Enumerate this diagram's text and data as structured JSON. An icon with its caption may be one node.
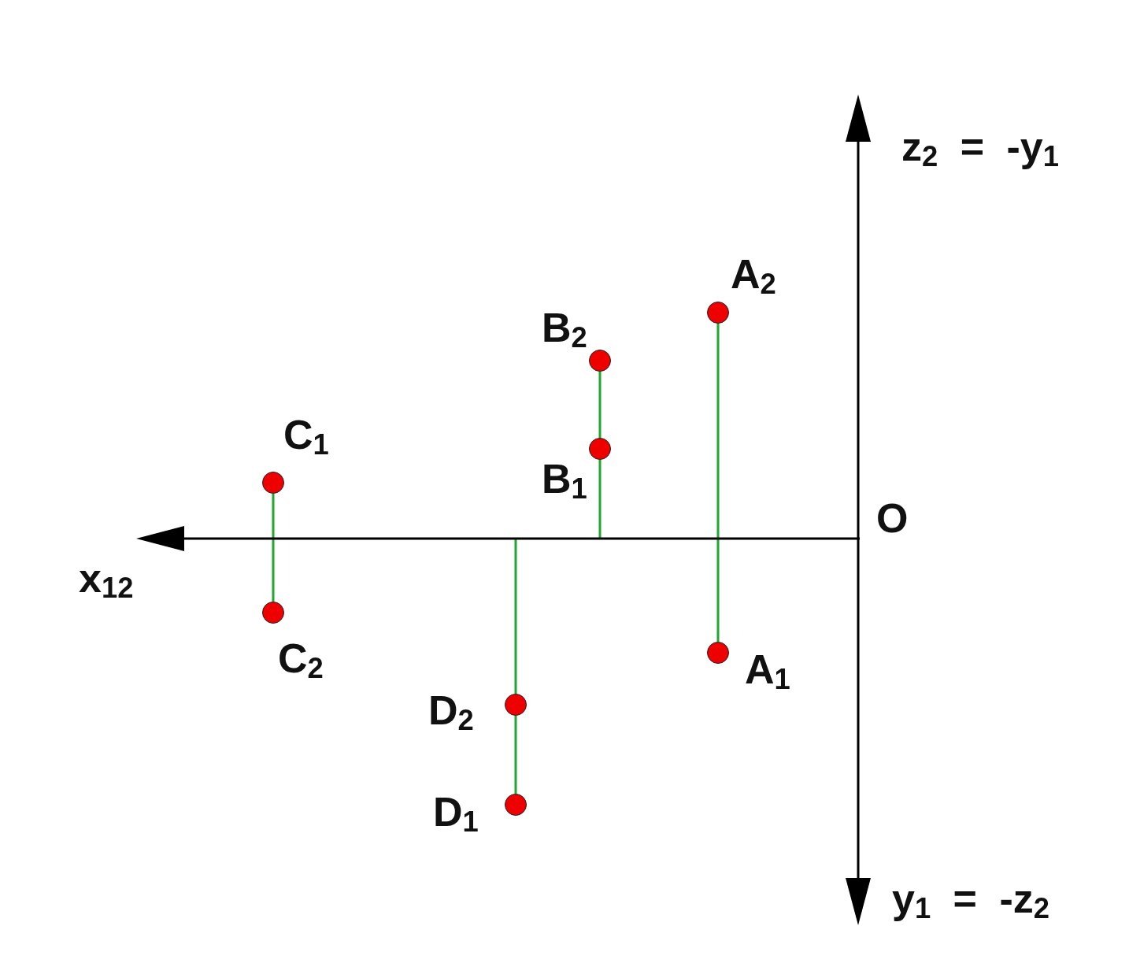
{
  "diagram": {
    "nodes": [
      {
        "text": [],
        "shape": "circle",
        "beside": [
          "A$_{2}$"
        ]
      },
      {
        "text": [],
        "shape": "circle",
        "beside": [
          "B$_{2}$"
        ]
      },
      {
        "text": [],
        "shape": "circle",
        "beside": [
          "B$_{1}$"
        ]
      },
      {
        "text": [],
        "shape": "circle",
        "beside": [
          "C$_{1}$"
        ]
      },
      {
        "text": [],
        "shape": "circle",
        "beside": [
          "C$_{2}$"
        ]
      },
      {
        "text": [],
        "shape": "circle",
        "beside": [
          "A$_{1}$"
        ]
      },
      {
        "text": [],
        "shape": "circle",
        "beside": [
          "D$_{2}$"
        ]
      },
      {
        "text": [],
        "shape": "circle",
        "beside": [
          "D$_{1}$"
        ]
      }
    ],
    "edges": [
      {
        "from": 0,
        "to": 5,
        "arrow": "none"
      },
      {
        "from": 1,
        "to": 2,
        "arrow": "none"
      },
      {
        "from": 2,
        "to": null,
        "arrow": "none"
      },
      {
        "from": 3,
        "to": 4,
        "arrow": "none"
      },
      {
        "from": null,
        "to": 6,
        "arrow": "none"
      },
      {
        "from": 6,
        "to": 7,
        "arrow": "none"
      }
    ],
    "labels": [
      "z$_{2}$ = -y$_{1}$",
      "O",
      "x$_{12}$",
      "y$_{1}$ = -z$_{2}$"
    ]
  }
}
